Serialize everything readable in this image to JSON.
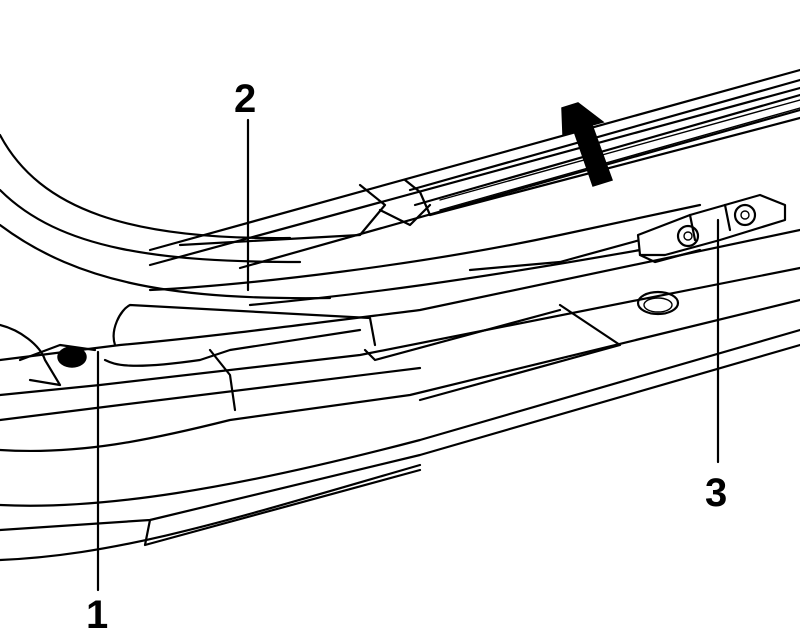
{
  "diagram": {
    "callouts": [
      {
        "id": "1",
        "label": "1"
      },
      {
        "id": "2",
        "label": "2"
      },
      {
        "id": "3",
        "label": "3"
      }
    ],
    "colors": {
      "ink": "#000000",
      "paper": "#ffffff"
    },
    "arrow": {
      "icon": "direction-arrow-icon"
    }
  }
}
